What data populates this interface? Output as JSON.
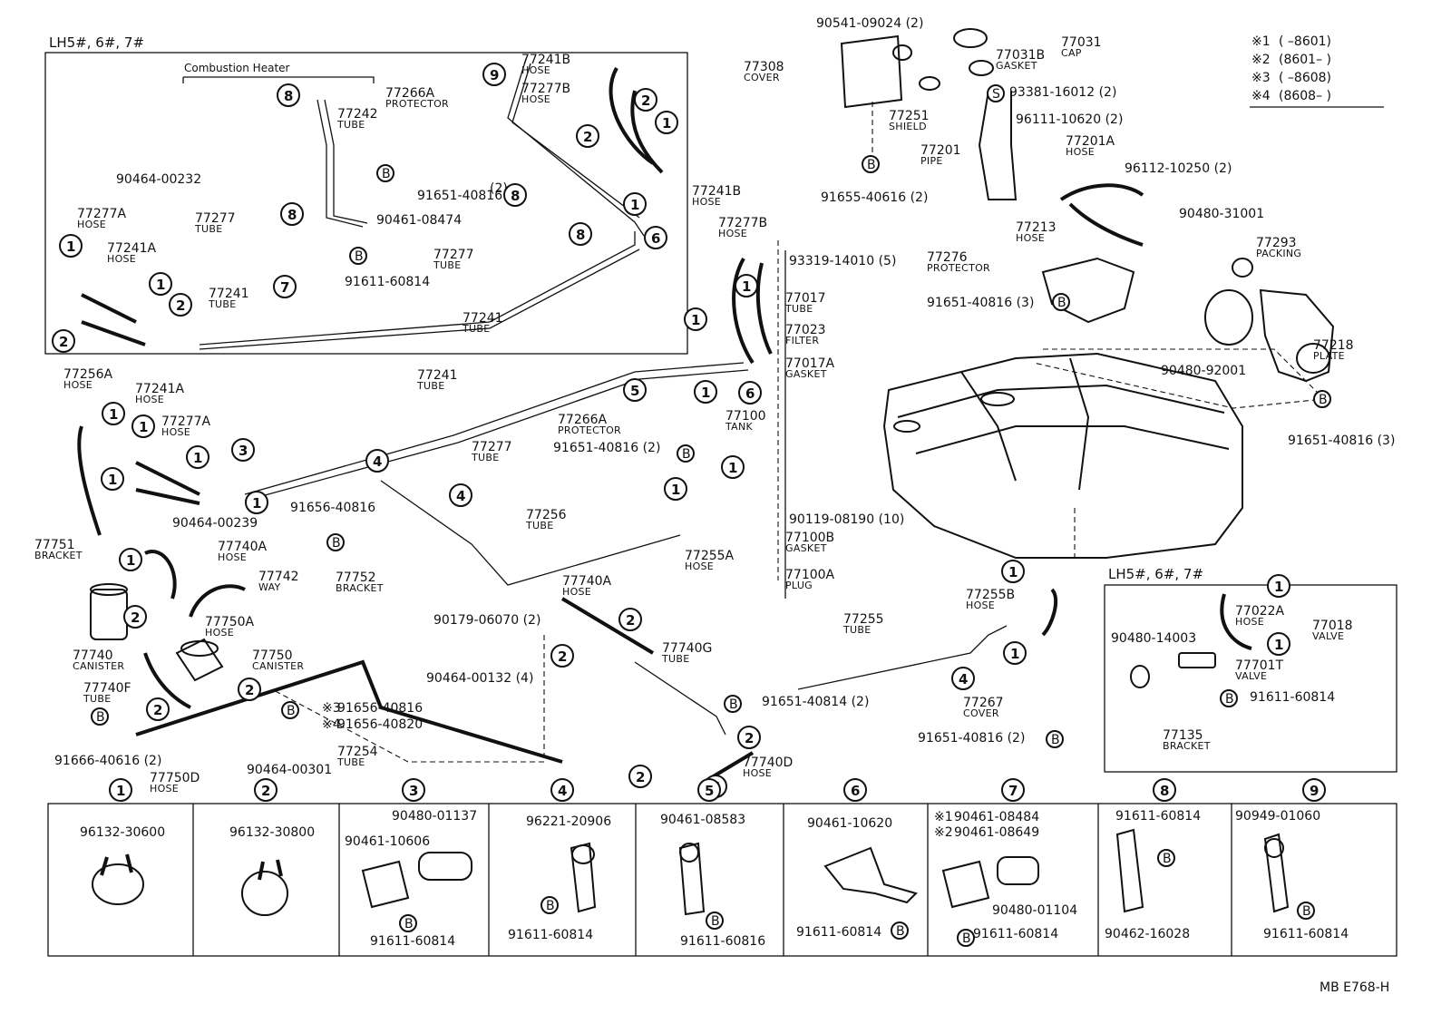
{
  "diagram": {
    "regions": {
      "top_left_label": "LH5#, 6#, 7#",
      "combustion_heater": "Combustion Heater",
      "bottom_right_label": "LH5#, 6#, 7#",
      "footer_code": "MB  E768-H"
    },
    "legend": [
      {
        "mark": "※1",
        "range": "(      –8601)"
      },
      {
        "mark": "※2",
        "range": "(8601–      )"
      },
      {
        "mark": "※3",
        "range": "(      –8608)"
      },
      {
        "mark": "※4",
        "range": "(8608–      )"
      }
    ],
    "callouts": [
      {
        "id": "c_77241B_top",
        "pn": "77241B",
        "name": "HOSE"
      },
      {
        "id": "c_77277B_top",
        "pn": "77277B",
        "name": "HOSE"
      },
      {
        "id": "c_77266A_top",
        "pn": "77266A",
        "name": "PROTECTOR"
      },
      {
        "id": "c_77242",
        "pn": "77242",
        "name": "TUBE"
      },
      {
        "id": "c_77277A_tl",
        "pn": "77277A",
        "name": "HOSE"
      },
      {
        "id": "c_77241A_tl",
        "pn": "77241A",
        "name": "HOSE"
      },
      {
        "id": "c_77277_tl",
        "pn": "77277",
        "name": "TUBE"
      },
      {
        "id": "c_77241_tl",
        "pn": "77241",
        "name": "TUBE"
      },
      {
        "id": "c_77277_mid",
        "pn": "77277",
        "name": "TUBE"
      },
      {
        "id": "c_77241_mid",
        "pn": "77241",
        "name": "TUBE"
      },
      {
        "id": "c_77308",
        "pn": "77308",
        "name": "COVER"
      },
      {
        "id": "c_77031B",
        "pn": "77031B",
        "name": "GASKET"
      },
      {
        "id": "c_77031",
        "pn": "77031",
        "name": "CAP"
      },
      {
        "id": "c_77251",
        "pn": "77251",
        "name": "SHIELD"
      },
      {
        "id": "c_77201",
        "pn": "77201",
        "name": "PIPE"
      },
      {
        "id": "c_77201A",
        "pn": "77201A",
        "name": "HOSE"
      },
      {
        "id": "c_77213",
        "pn": "77213",
        "name": "HOSE"
      },
      {
        "id": "c_77276",
        "pn": "77276",
        "name": "PROTECTOR"
      },
      {
        "id": "c_77293",
        "pn": "77293",
        "name": "PACKING"
      },
      {
        "id": "c_77218",
        "pn": "77218",
        "name": "PLATE"
      },
      {
        "id": "c_77241B_mid",
        "pn": "77241B",
        "name": "HOSE"
      },
      {
        "id": "c_77277B_mid",
        "pn": "77277B",
        "name": "HOSE"
      },
      {
        "id": "c_77017",
        "pn": "77017",
        "name": "TUBE"
      },
      {
        "id": "c_77023",
        "pn": "77023",
        "name": "FILTER"
      },
      {
        "id": "c_77017A",
        "pn": "77017A",
        "name": "GASKET"
      },
      {
        "id": "c_77100",
        "pn": "77100",
        "name": "TANK"
      },
      {
        "id": "c_77256A",
        "pn": "77256A",
        "name": "HOSE"
      },
      {
        "id": "c_77241A_ml",
        "pn": "77241A",
        "name": "HOSE"
      },
      {
        "id": "c_77277A_ml",
        "pn": "77277A",
        "name": "HOSE"
      },
      {
        "id": "c_77241_ml",
        "pn": "77241",
        "name": "TUBE"
      },
      {
        "id": "c_77277_ml",
        "pn": "77277",
        "name": "TUBE"
      },
      {
        "id": "c_77266A_ml",
        "pn": "77266A",
        "name": "PROTECTOR"
      },
      {
        "id": "c_77256",
        "pn": "77256",
        "name": "TUBE"
      },
      {
        "id": "c_77255A",
        "pn": "77255A",
        "name": "HOSE"
      },
      {
        "id": "c_77100B",
        "pn": "77100B",
        "name": "GASKET"
      },
      {
        "id": "c_77100A",
        "pn": "77100A",
        "name": "PLUG"
      },
      {
        "id": "c_77751",
        "pn": "77751",
        "name": "BRACKET"
      },
      {
        "id": "c_77740A_l",
        "pn": "77740A",
        "name": "HOSE"
      },
      {
        "id": "c_77742",
        "pn": "77742",
        "name": "WAY"
      },
      {
        "id": "c_77752",
        "pn": "77752",
        "name": "BRACKET"
      },
      {
        "id": "c_77750A",
        "pn": "77750A",
        "name": "HOSE"
      },
      {
        "id": "c_77750",
        "pn": "77750",
        "name": "CANISTER"
      },
      {
        "id": "c_77740",
        "pn": "77740",
        "name": "CANISTER"
      },
      {
        "id": "c_77740F",
        "pn": "77740F",
        "name": "TUBE"
      },
      {
        "id": "c_77254",
        "pn": "77254",
        "name": "TUBE"
      },
      {
        "id": "c_77750D",
        "pn": "77750D",
        "name": "HOSE"
      },
      {
        "id": "c_77740A_m",
        "pn": "77740A",
        "name": "HOSE"
      },
      {
        "id": "c_77740G",
        "pn": "77740G",
        "name": "TUBE"
      },
      {
        "id": "c_77740D",
        "pn": "77740D",
        "name": "HOSE"
      },
      {
        "id": "c_77255",
        "pn": "77255",
        "name": "TUBE"
      },
      {
        "id": "c_77255B",
        "pn": "77255B",
        "name": "HOSE"
      },
      {
        "id": "c_77267",
        "pn": "77267",
        "name": "COVER"
      },
      {
        "id": "c_77022A",
        "pn": "77022A",
        "name": "HOSE"
      },
      {
        "id": "c_77018",
        "pn": "77018",
        "name": "VALVE"
      },
      {
        "id": "c_77701T",
        "pn": "77701T",
        "name": "VALVE"
      },
      {
        "id": "c_77135",
        "pn": "77135",
        "name": "BRACKET"
      }
    ],
    "part_numbers": {
      "p1": "90541-09024 (2)",
      "p2": "93381-16012 (2)",
      "p3": "96111-10620 (2)",
      "p4": "96112-10250 (2)",
      "p5": "91655-40616 (2)",
      "p6": "90480-31001",
      "p7": "91651-40816 (3)",
      "p8": "90480-92001",
      "p9": "91651-40816 (3)",
      "p10": "93319-14010 (5)",
      "p11": "91651-40816",
      "p11b": "(2)",
      "p12": "90464-00232",
      "p13": "90461-08474",
      "p14": "91611-60814",
      "p15": "91651-40816 (2)",
      "p16": "90464-00239",
      "p17": "91656-40816",
      "p18": "90119-08190 (10)",
      "p19": "90179-06070 (2)",
      "p20": "90464-00132 (4)",
      "p21": "91651-40814 (2)",
      "p22": "91656-40816",
      "p23": "91656-40820",
      "p24": "91666-40616 (2)",
      "p25": "90464-00301",
      "p26": "91651-40816 (2)",
      "p27": "90480-14003",
      "p28": "91611-60814"
    },
    "clip_table": [
      {
        "num": "1",
        "parts": [
          "96132-30600"
        ]
      },
      {
        "num": "2",
        "parts": [
          "96132-30800"
        ]
      },
      {
        "num": "3",
        "parts": [
          "90461-10606",
          "90480-01137",
          "91611-60814"
        ]
      },
      {
        "num": "4",
        "parts": [
          "96221-20906",
          "91611-60814"
        ]
      },
      {
        "num": "5",
        "parts": [
          "90461-08583",
          "91611-60816"
        ]
      },
      {
        "num": "6",
        "parts": [
          "90461-10620",
          "91611-60814"
        ]
      },
      {
        "num": "7",
        "parts": [
          "90461-08484",
          "90461-08649",
          "90480-01104",
          "91611-60814"
        ],
        "marks": [
          "※1",
          "※2"
        ]
      },
      {
        "num": "8",
        "parts": [
          "91611-60814",
          "90462-16028"
        ]
      },
      {
        "num": "9",
        "parts": [
          "90949-01060",
          "91611-60814"
        ]
      }
    ],
    "bolt_mark": "B",
    "s_mark": "S",
    "m3": "※3",
    "m4": "※4"
  }
}
